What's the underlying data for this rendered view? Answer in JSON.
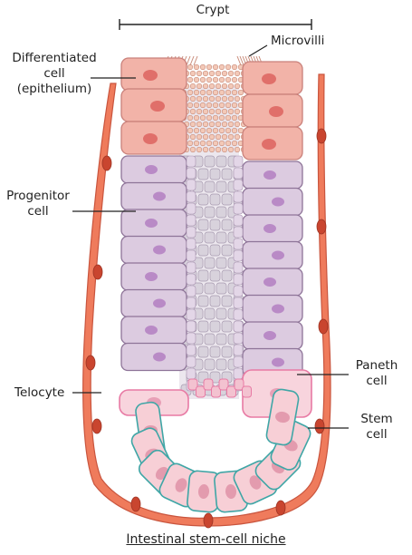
{
  "title": "Crypt",
  "caption": "Intestinal stem-cell niche",
  "labels": {
    "differentiated_line1": "Differentiated",
    "differentiated_line2": "cell",
    "differentiated_line3": "(epithelium)",
    "microvilli": "Microvilli",
    "progenitor_line1": "Progenitor",
    "progenitor_line2": "cell",
    "telocyte": "Telocyte",
    "paneth_line1": "Paneth",
    "paneth_line2": "cell",
    "stem_line1": "Stem",
    "stem_line2": "cell"
  },
  "colors": {
    "differentiated_fill": "#f2b3a8",
    "differentiated_nucleus": "#e06f6a",
    "progenitor_fill": "#dccbe0",
    "progenitor_nucleus": "#b98ac6",
    "paneth_fill": "#f8d4dd",
    "paneth_border": "#e87aa4",
    "stem_fill": "#f7cfd6",
    "stem_border": "#3fa6a6",
    "telocyte_fill": "#ef7b5c",
    "lumen_cells": "#d8d2dc"
  }
}
